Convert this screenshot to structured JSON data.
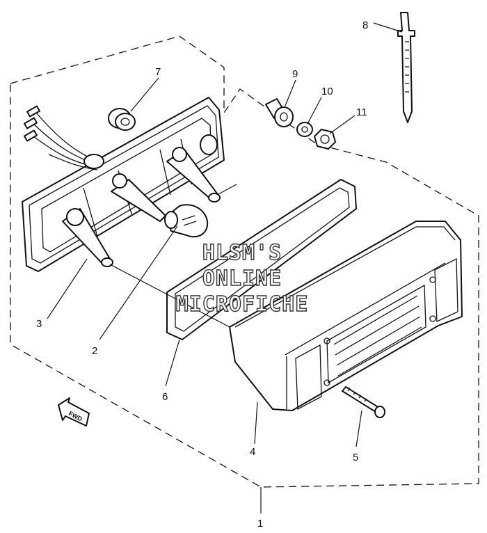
{
  "diagram": {
    "callouts": [
      {
        "id": "1",
        "label": "1"
      },
      {
        "id": "2",
        "label": "2"
      },
      {
        "id": "3",
        "label": "3"
      },
      {
        "id": "4",
        "label": "4"
      },
      {
        "id": "5",
        "label": "5"
      },
      {
        "id": "6",
        "label": "6"
      },
      {
        "id": "7",
        "label": "7"
      },
      {
        "id": "8",
        "label": "8"
      },
      {
        "id": "9",
        "label": "9"
      },
      {
        "id": "10",
        "label": "10"
      },
      {
        "id": "11",
        "label": "11"
      }
    ],
    "fwd_label": "FWD",
    "watermark": [
      "HLSM'S",
      "ONLINE",
      "MICROFICHE"
    ]
  }
}
